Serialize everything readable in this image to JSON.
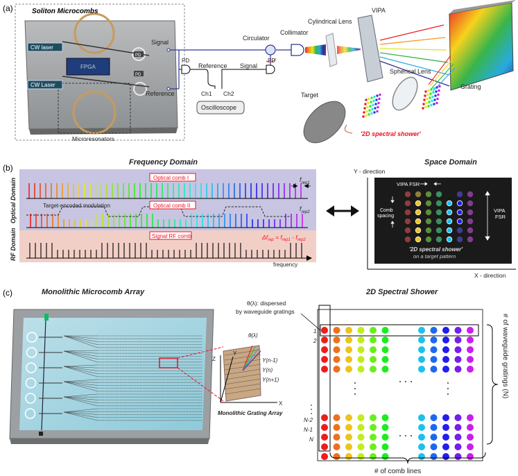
{
  "panel_labels": {
    "a": "(a)",
    "b": "(b)",
    "c": "(c)"
  },
  "panel_a": {
    "box_title": "Soliton Microcombs",
    "cw_laser_1": "CW laser",
    "cw_laser_2": "CW Laser",
    "fpga": "FPGA",
    "pd_small_1": "PD",
    "pd_small_2": "PD",
    "signal": "Signal",
    "reference": "Reference",
    "microresonators": "Microresonators",
    "pd_left": "PD",
    "pd_right": "PD",
    "reference_path": "Reference",
    "signal_path": "Signal",
    "ch1": "Ch1",
    "ch2": "Ch2",
    "oscilloscope": "Oscilloscope",
    "circulator": "Circulator",
    "collimator": "Collimator",
    "cylindrical_lens": "Cylindrical Lens",
    "vipa": "VIPA",
    "spherical_lens": "Spherical Lens",
    "grating": "Grating",
    "target": "Target",
    "shower": "'2D spectral shower'"
  },
  "panel_b": {
    "freq_title": "Frequency Domain",
    "optical_domain": "Optical Domain",
    "rf_domain": "RF Domain",
    "comb1": "Optical comb I",
    "comb2": "Optical comb II",
    "target_mod": "Target-encoded modulation",
    "signal_rf": "Signal RF comb",
    "f_rep1": "f",
    "f_rep1_sub": "rep1",
    "f_rep2": "f",
    "f_rep2_sub": "rep2",
    "delta_eq": "Δf",
    "delta_sub": "rep",
    "delta_rhs": " = f",
    "delta_rhs_sub": "rep1",
    "delta_minus": " - f",
    "delta_minus_sub": "rep2",
    "frequency": "frequency",
    "space_title": "Space Domain",
    "y_dir": "Y - direction",
    "x_dir": "X - direction",
    "vipa_fsr": "VIPA FSR",
    "comb_spacing_1": "Comb",
    "comb_spacing_2": "spacing",
    "vipa_fsr_v1": "VIPA",
    "vipa_fsr_v2": "FSR",
    "shower": "'2D spectral shower'",
    "on_target": "on a target pattern"
  },
  "panel_c": {
    "array_title": "Monolithic Microcomb Array",
    "shower_title": "2D Spectral Shower",
    "theta_label": "θ(λ): dispersed",
    "theta_label2": "by waveguide gratings",
    "theta_small": "θ(λ)",
    "yn1": "Y(n-1)",
    "yn": "Y(n)",
    "yn2": "Y(n+1)",
    "z": "Z",
    "y": "Y",
    "x": "X",
    "grating_array": "Monolithic Grating Array",
    "row_1": "1",
    "row_2": "2",
    "row_n2": "N-2",
    "row_n1": "N-1",
    "row_n": "N",
    "comb_lines": "# of comb lines",
    "waveguide_gratings": "# of waveguide gratings (N)"
  }
}
